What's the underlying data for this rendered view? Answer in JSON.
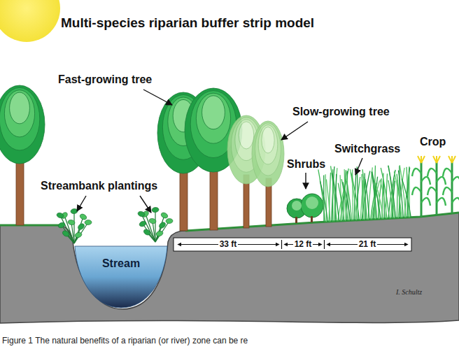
{
  "diagram": {
    "title": "Multi-species riparian buffer strip model",
    "caption": "Figure 1 The natural benefits of a riparian (or river) zone can be re",
    "nodes": [
      {
        "text": [
          "Stream"
        ]
      }
    ],
    "labels": [
      "Fast-growing tree",
      "Slow-growing tree",
      "Streambank plantings",
      "Shrubs",
      "Switchgrass",
      "Crop",
      "33 ft",
      "12 ft",
      "21 ft",
      "I. Schultz"
    ]
  }
}
